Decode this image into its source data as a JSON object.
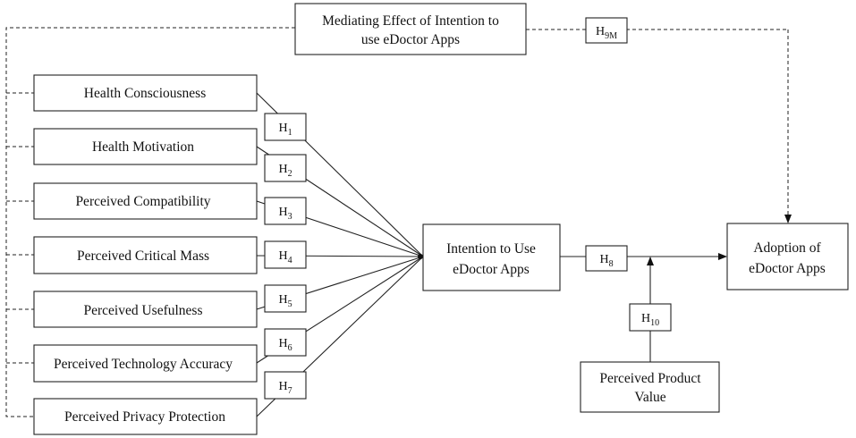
{
  "mediating_box": {
    "line1": "Mediating Effect of Intention to",
    "line2": "use eDoctor Apps"
  },
  "predictors": [
    "Health Consciousness",
    "Health Motivation",
    "Perceived Compatibility",
    "Perceived Critical Mass",
    "Perceived Usefulness",
    "Perceived Technology Accuracy",
    "Perceived Privacy Protection"
  ],
  "intention_box": {
    "line1": "Intention to Use",
    "line2": "eDoctor Apps"
  },
  "adoption_box": {
    "line1": "Adoption of",
    "line2": "eDoctor Apps"
  },
  "product_value_box": {
    "line1": "Perceived Product",
    "line2": "Value"
  },
  "hypotheses": {
    "h1": {
      "main": "H",
      "sub": "1"
    },
    "h2": {
      "main": "H",
      "sub": "2"
    },
    "h3": {
      "main": "H",
      "sub": "3"
    },
    "h4": {
      "main": "H",
      "sub": "4"
    },
    "h5": {
      "main": "H",
      "sub": "5"
    },
    "h6": {
      "main": "H",
      "sub": "6"
    },
    "h7": {
      "main": "H",
      "sub": "7"
    },
    "h8": {
      "main": "H",
      "sub": "8"
    },
    "h9m": {
      "main": "H",
      "sub": "9M"
    },
    "h10": {
      "main": "H",
      "sub": "10"
    }
  }
}
